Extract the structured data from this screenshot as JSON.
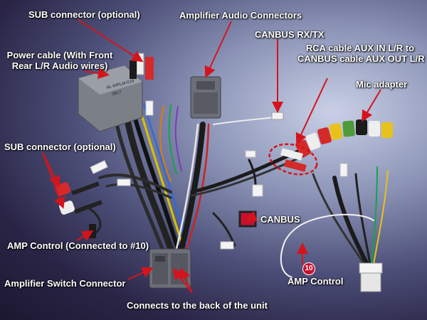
{
  "labels": {
    "sub_top": "SUB connector (optional)",
    "amp_audio": "Amplifier Audio Connectors",
    "power_line1": "Power cable (With Front",
    "power_line2": "Rear L/R Audio wires)",
    "canbus_rxtx": "CANBUS RX/TX",
    "rca_line1": "RCA cable AUX IN L/R to",
    "rca_line2": "CANBUS cable AUX OUT L/R",
    "mic": "Mic adapter",
    "sub_left": "SUB connector (optional)",
    "canbus": "CANBUS",
    "amp_control_10": "AMP Control (Connected to #10)",
    "amp_switch": "Amplifier Switch Connector",
    "amp_control": "AMP Control",
    "back": "Connects to the back of the unit"
  },
  "badge_number": "10",
  "module_text": "AL-WRLM-019\n0817",
  "colors": {
    "arrow": "#d4141c",
    "module": "#7b7f86",
    "connector_gray": "#6c6f78",
    "rca_red": "#d42a2a",
    "rca_white": "#eeeeee",
    "rca_yellow": "#e8c21a",
    "rca_green": "#4f9a3a",
    "rca_black": "#1b1b1b"
  }
}
